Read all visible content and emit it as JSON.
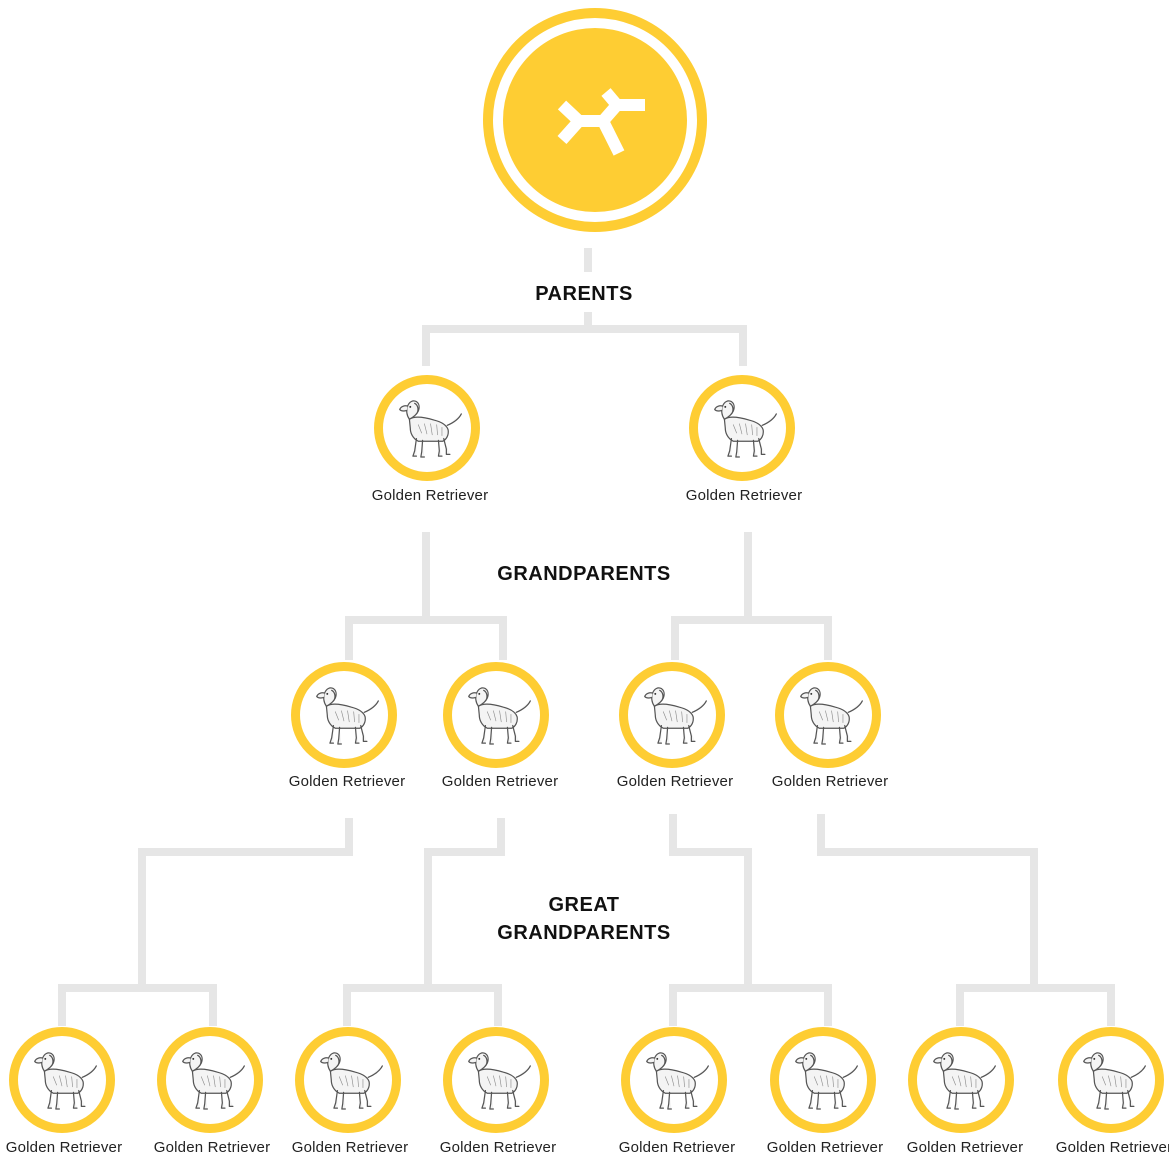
{
  "colors": {
    "accent": "#fecd33",
    "connector": "#e6e6e6",
    "text": "#111111"
  },
  "root": {
    "icon": "breed-mix-logo-icon"
  },
  "generations": {
    "parents": {
      "label": "PARENTS"
    },
    "grandparents": {
      "label": "GRANDPARENTS"
    },
    "great_grandparents": {
      "label_line1": "GREAT",
      "label_line2": "GRANDPARENTS"
    }
  },
  "tree": {
    "parents": [
      {
        "breed": "Golden Retriever",
        "icon": "golden-retriever-icon"
      },
      {
        "breed": "Golden Retriever",
        "icon": "golden-retriever-icon"
      }
    ],
    "grandparents": [
      {
        "breed": "Golden Retriever",
        "icon": "golden-retriever-icon"
      },
      {
        "breed": "Golden Retriever",
        "icon": "golden-retriever-icon"
      },
      {
        "breed": "Golden Retriever",
        "icon": "golden-retriever-icon"
      },
      {
        "breed": "Golden Retriever",
        "icon": "golden-retriever-icon"
      }
    ],
    "great_grandparents": [
      {
        "breed": "Golden Retriever",
        "icon": "golden-retriever-icon"
      },
      {
        "breed": "Golden Retriever",
        "icon": "golden-retriever-icon"
      },
      {
        "breed": "Golden Retriever",
        "icon": "golden-retriever-icon"
      },
      {
        "breed": "Golden Retriever",
        "icon": "golden-retriever-icon"
      },
      {
        "breed": "Golden Retriever",
        "icon": "golden-retriever-icon"
      },
      {
        "breed": "Golden Retriever",
        "icon": "golden-retriever-icon"
      },
      {
        "breed": "Golden Retriever",
        "icon": "golden-retriever-icon"
      },
      {
        "breed": "Golden Retriever",
        "icon": "golden-retriever-icon"
      }
    ]
  }
}
